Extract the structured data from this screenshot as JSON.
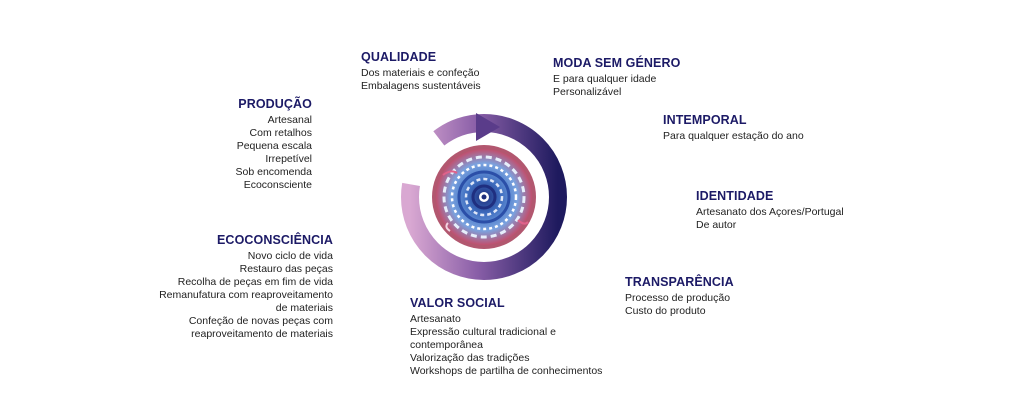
{
  "colors": {
    "heading": "#1c1a66",
    "text": "#222222",
    "arrow_dark": "#1e1a5e",
    "arrow_light": "#d7a4cf",
    "circle_rim": "#b2576f"
  },
  "blocks": {
    "qualidade": {
      "title": "QUALIDADE",
      "lines": [
        "Dos materiais e confeção",
        "Embalagens sustentáveis"
      ]
    },
    "moda": {
      "title": "MODA SEM GÉNERO",
      "lines": [
        "E para qualquer idade",
        "Personalizável"
      ]
    },
    "producao": {
      "title": "PRODUÇÃO",
      "lines": [
        "Artesanal",
        "Com retalhos",
        "Pequena escala",
        "Irrepetível",
        "Sob encomenda",
        "Ecoconsciente"
      ]
    },
    "intemporal": {
      "title": "INTEMPORAL",
      "lines": [
        "Para qualquer estação do ano"
      ]
    },
    "identidade": {
      "title": "IDENTIDADE",
      "lines": [
        "Artesanato dos Açores/Portugal",
        "De autor"
      ]
    },
    "ecoconsciencia": {
      "title": "ECOCONSCIÊNCIA",
      "lines": [
        "Novo ciclo de vida",
        "Restauro das peças",
        "Recolha de peças em fim de vida",
        "Remanufatura com reaproveitamento",
        "de materiais",
        "Confeção de novas peças com",
        "reaproveitamento de materiais"
      ]
    },
    "transparencia": {
      "title": "TRANSPARÊNCIA",
      "lines": [
        "Processo de produção",
        "Custo do produto"
      ]
    },
    "valor_social": {
      "title": "VALOR SOCIAL",
      "lines": [
        "Artesanato",
        "Expressão cultural tradicional e",
        "contemporânea",
        "Valorização das tradições",
        "Workshops de partilha de conhecimentos"
      ]
    }
  },
  "center": {
    "arrow": "cycle-arrow-icon",
    "image": "woven-rug-icon"
  }
}
